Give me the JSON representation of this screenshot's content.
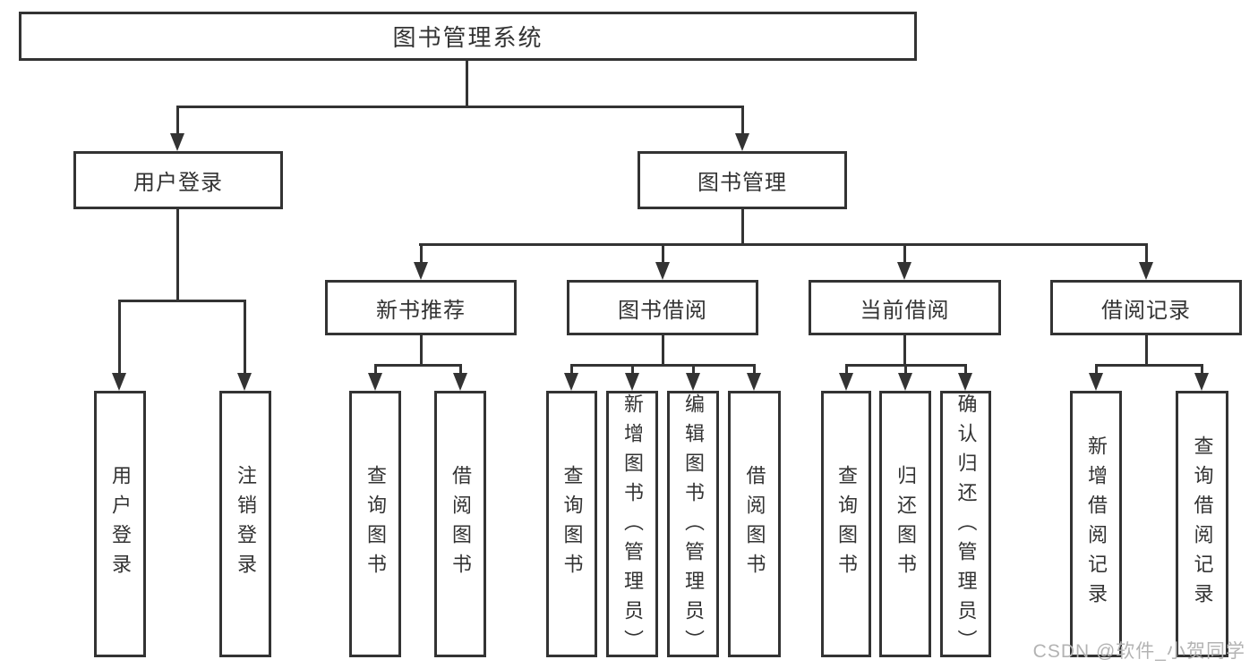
{
  "title": "图书管理系统",
  "structure": {
    "root": "图书管理系统",
    "children": [
      {
        "label": "用户登录",
        "children": [
          "用户登录",
          "注销登录"
        ]
      },
      {
        "label": "图书管理",
        "children": [
          {
            "label": "新书推荐",
            "children": [
              "查询图书",
              "借阅图书"
            ]
          },
          {
            "label": "图书借阅",
            "children": [
              "查询图书",
              "新增图书（管理员）",
              "编辑图书（管理员）",
              "借阅图书"
            ]
          },
          {
            "label": "当前借阅",
            "children": [
              "查询图书",
              "归还图书",
              "确认归还（管理员）"
            ]
          },
          {
            "label": "借阅记录",
            "children": [
              "新增借阅记录",
              "查询借阅记录"
            ]
          }
        ]
      }
    ]
  },
  "watermark": {
    "text": "CSDN @软件_小贺同学"
  },
  "colors": {
    "line": "#333333",
    "text": "#333333",
    "box_background": "#ffffff",
    "page_background": "#ffffff",
    "watermark": "#b3b3b3"
  }
}
